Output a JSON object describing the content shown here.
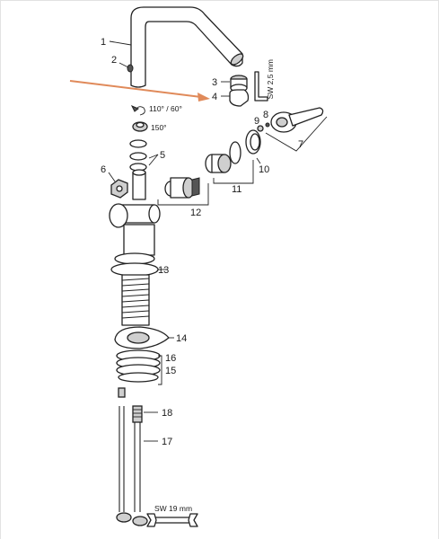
{
  "callouts": {
    "c1": "1",
    "c2": "2",
    "c3": "3",
    "c4": "4",
    "c5": "5",
    "c6": "6",
    "c7": "7",
    "c8": "8",
    "c9": "9",
    "c10": "10",
    "c11": "11",
    "c12": "12",
    "c13": "13",
    "c14": "14",
    "c15": "15",
    "c16": "16",
    "c17": "17",
    "c18": "18"
  },
  "notes": {
    "angle_a": "110° / 60°",
    "angle_b": "150°",
    "allen_key": "SW 2,5 mm",
    "wrench": "SW 19 mm"
  },
  "colors": {
    "annotation_arrow": "#e08a5a",
    "outline": "#222222",
    "metal_fill": "#cfcfcf"
  }
}
